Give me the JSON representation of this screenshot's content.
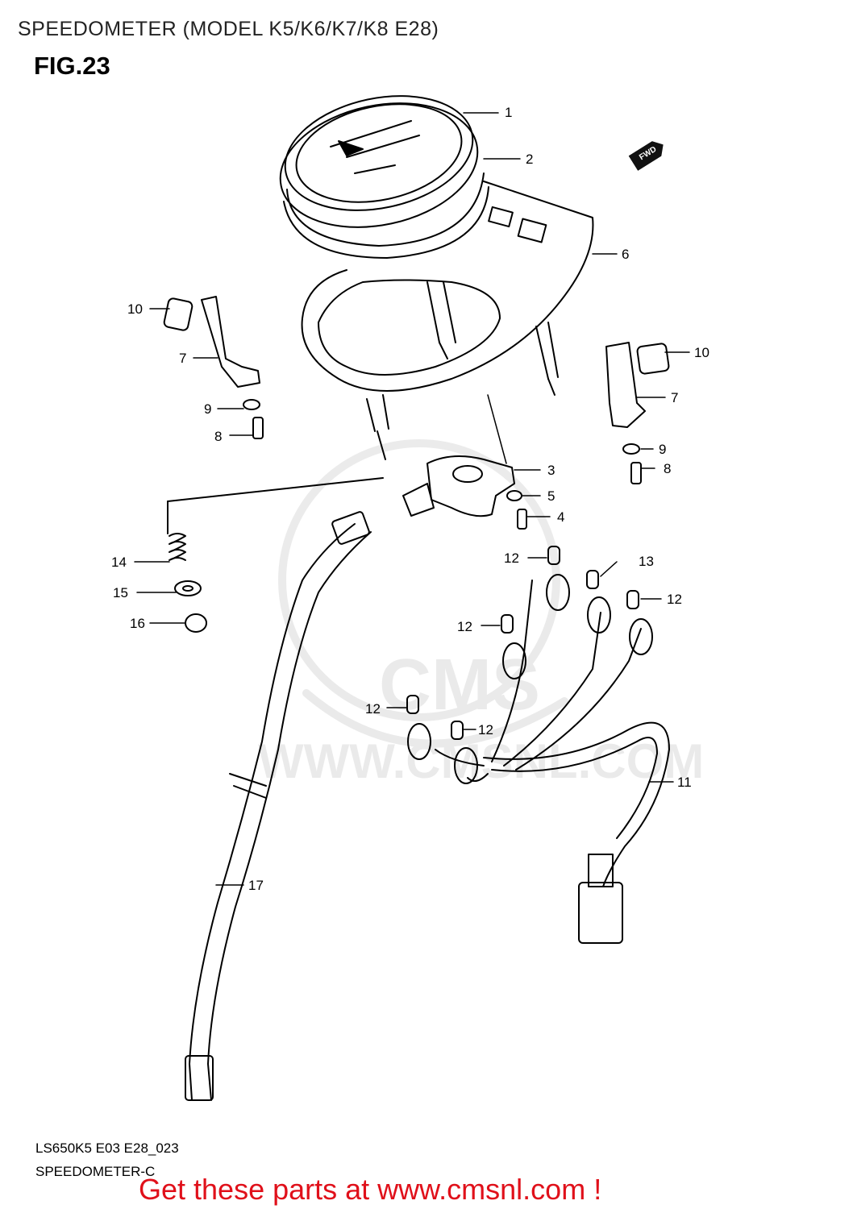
{
  "header": {
    "title": "SPEEDOMETER (MODEL K5/K6/K7/K8 E28)",
    "figure": "FIG.23"
  },
  "forward_marker": "FWD",
  "callouts": [
    {
      "id": "1",
      "text": "1"
    },
    {
      "id": "2",
      "text": "2"
    },
    {
      "id": "6",
      "text": "6"
    },
    {
      "id": "10a",
      "text": "10"
    },
    {
      "id": "7a",
      "text": "7"
    },
    {
      "id": "9a",
      "text": "9"
    },
    {
      "id": "8a",
      "text": "8"
    },
    {
      "id": "10b",
      "text": "10"
    },
    {
      "id": "7b",
      "text": "7"
    },
    {
      "id": "9b",
      "text": "9"
    },
    {
      "id": "8b",
      "text": "8"
    },
    {
      "id": "3",
      "text": "3"
    },
    {
      "id": "5",
      "text": "5"
    },
    {
      "id": "4",
      "text": "4"
    },
    {
      "id": "14",
      "text": "14"
    },
    {
      "id": "15",
      "text": "15"
    },
    {
      "id": "16",
      "text": "16"
    },
    {
      "id": "12a",
      "text": "12"
    },
    {
      "id": "13",
      "text": "13"
    },
    {
      "id": "12b",
      "text": "12"
    },
    {
      "id": "12c",
      "text": "12"
    },
    {
      "id": "12d",
      "text": "12"
    },
    {
      "id": "12e",
      "text": "12"
    },
    {
      "id": "11",
      "text": "11"
    },
    {
      "id": "17",
      "text": "17"
    }
  ],
  "footer": {
    "code": "LS650K5 E03 E28_023",
    "name": "SPEEDOMETER-C",
    "cta": "Get these parts at www.cmsnl.com !"
  },
  "colors": {
    "line": "#000000",
    "cta": "#e0101a"
  }
}
